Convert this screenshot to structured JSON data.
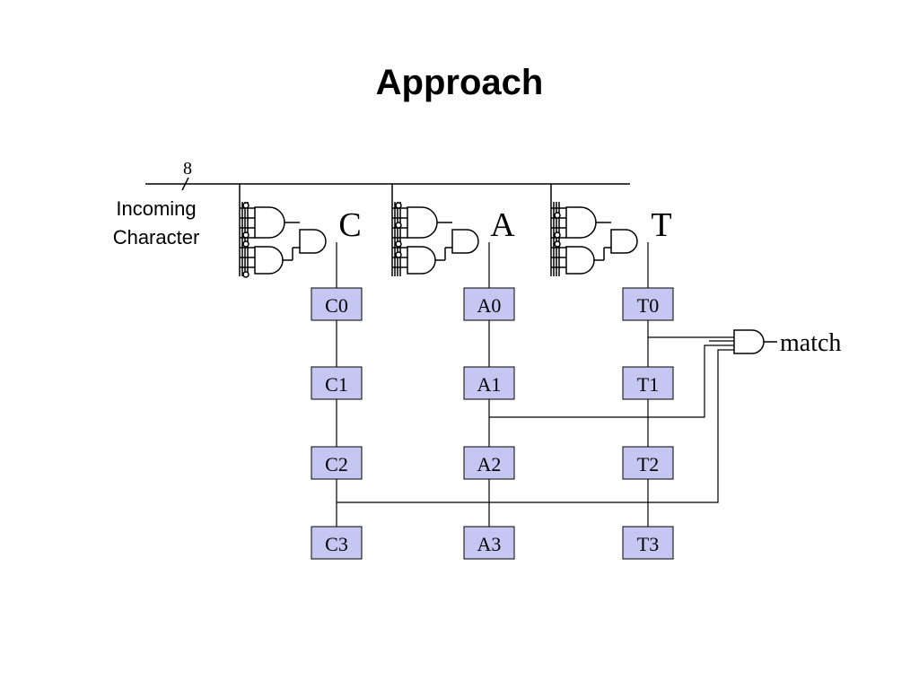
{
  "title": "Approach",
  "bus": {
    "width_label": "8",
    "label_line1": "Incoming",
    "label_line2": "Character"
  },
  "columns": [
    {
      "letter": "C",
      "registers": [
        "C0",
        "C1",
        "C2",
        "C3"
      ]
    },
    {
      "letter": "A",
      "registers": [
        "A0",
        "A1",
        "A2",
        "A3"
      ]
    },
    {
      "letter": "T",
      "registers": [
        "T0",
        "T1",
        "T2",
        "T3"
      ]
    }
  ],
  "output": {
    "label": "match"
  },
  "colors": {
    "register_fill": "#c6c6f2",
    "line": "#000000"
  }
}
